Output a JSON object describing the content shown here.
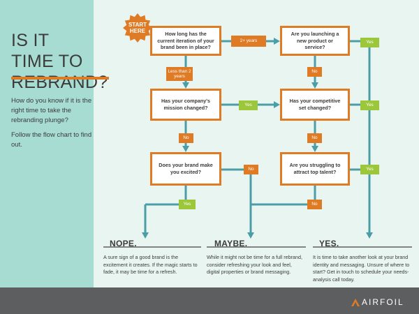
{
  "title": "IS IT TIME TO REBRAND?",
  "intro": [
    "How do you know if it is the right time to take the rebranding plunge?",
    "Follow the flow chart to find out."
  ],
  "start_badge": {
    "line1": "START",
    "line2": "HERE"
  },
  "questions": [
    "How long has the current iteration of your brand been in place?",
    "Are you launching a new product or service?",
    "Has your company's mission changed?",
    "Has your competitive set changed?",
    "Does your brand make you excited?",
    "Are you struggling to attract top talent?"
  ],
  "tags": {
    "two_plus_years": "2+ years",
    "less_than_2_years": "Less than 2 years",
    "no": "No",
    "yes": "Yes"
  },
  "outcomes": [
    {
      "title": "NOPE.",
      "text": "A sure sign of a good brand is the excitement it creates. If the magic starts to fade, it may be time for a refresh."
    },
    {
      "title": "MAYBE.",
      "text": "While it might not be time for a full rebrand, consider refreshing your look and feel, digital properties or brand messaging."
    },
    {
      "title": "YES.",
      "text": "It is time to take another look at your brand identity and messaging. Unsure of where to start? Get in touch to schedule your needs-analysis call today."
    }
  ],
  "footer": {
    "brand": "AIRFOIL"
  },
  "colors": {
    "accent_orange": "#e07b25",
    "accent_green": "#9dc73a",
    "connector_teal": "#4b9ea8",
    "sidebar_teal": "#a7dcd3",
    "background": "#e9f5f1",
    "footer_gray": "#5d5e60"
  }
}
